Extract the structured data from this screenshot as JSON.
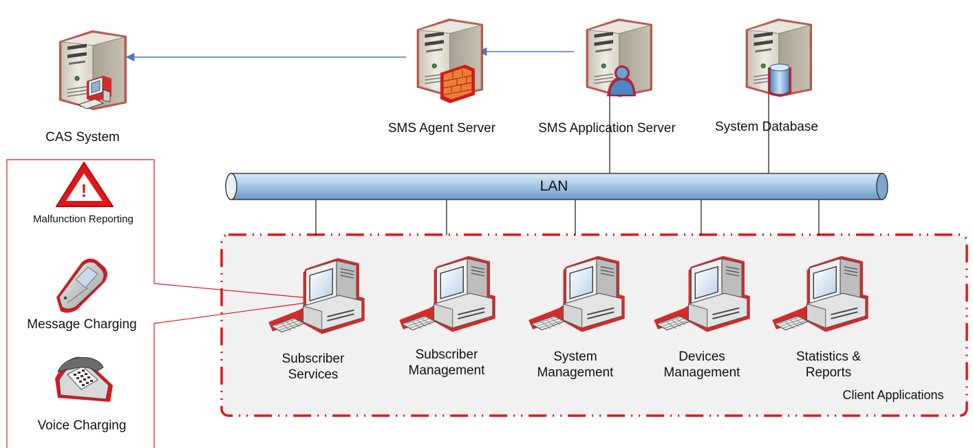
{
  "servers": {
    "cas": {
      "label": "CAS System"
    },
    "agent": {
      "label": "SMS Agent Server"
    },
    "app": {
      "label": "SMS Application Server"
    },
    "db": {
      "label": "System Database"
    }
  },
  "network": {
    "label": "LAN"
  },
  "client_group": {
    "label": "Client Applications",
    "clients": [
      {
        "label": "Subscriber Services"
      },
      {
        "label": "Subscriber Management"
      },
      {
        "label": "System Management"
      },
      {
        "label": "Devices Management"
      },
      {
        "label": "Statistics & Reports"
      }
    ]
  },
  "channels": {
    "items": [
      {
        "label": "Malfunction Reporting",
        "icon": "warning-triangle-icon"
      },
      {
        "label": "Message Charging",
        "icon": "mobile-phone-icon"
      },
      {
        "label": "Voice Charging",
        "icon": "telephone-icon"
      }
    ]
  },
  "colors": {
    "accent_red": "#e0161b",
    "connector_blue": "#4a78c2",
    "lan_blue": "#9ec2e0",
    "group_fill": "#f1f1f1"
  }
}
